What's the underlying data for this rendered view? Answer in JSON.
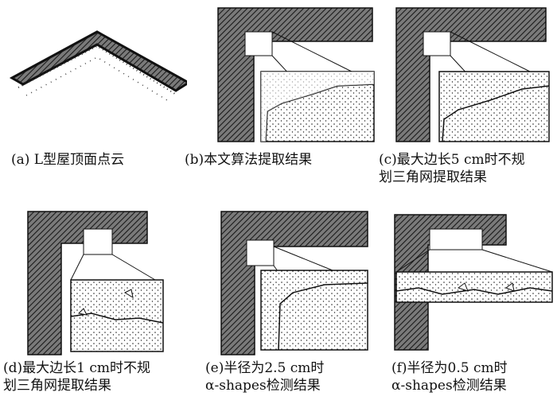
{
  "figure": {
    "panels": [
      {
        "id": "a",
        "caption": [
          "(a) L型屋顶面点云"
        ]
      },
      {
        "id": "b",
        "caption": [
          "(b)本文算法提取结果"
        ]
      },
      {
        "id": "c",
        "caption": [
          "(c)最大边长5 cm时不规",
          "划三角网提取结果"
        ]
      },
      {
        "id": "d",
        "caption": [
          "(d)最大边长1 cm时不规",
          "划三角网提取结果"
        ]
      },
      {
        "id": "e",
        "caption": [
          "(e)半径为2.5 cm时",
          "α-shapes检测结果"
        ]
      },
      {
        "id": "f",
        "caption": [
          "(f)半径为0.5 cm时",
          "α-shapes检测结果"
        ]
      }
    ]
  },
  "colors": {
    "ink": "#111111",
    "hatch": "#333333",
    "bg": "#ffffff"
  }
}
